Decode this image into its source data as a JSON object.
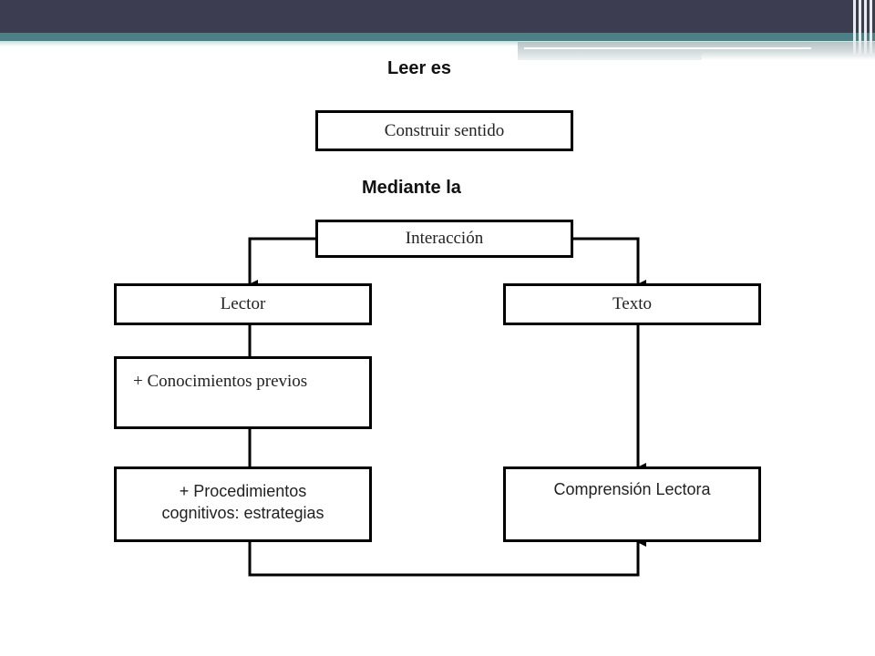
{
  "diagram": {
    "heading_leer": "Leer es",
    "box_construir": "Construir sentido",
    "heading_mediante": "Mediante la",
    "box_interaccion": "Interacción",
    "box_lector": "Lector",
    "box_texto": "Texto",
    "box_conocimientos": "+ Conocimientos previos",
    "box_procedimientos_line1": "+ Procedimientos",
    "box_procedimientos_line2": "cognitivos: estrategias",
    "box_comprension": "Comprensión Lectora"
  },
  "theme": {
    "bar_color": "#3d3d52",
    "accent_color": "#4f7f86",
    "line_color": "#000000"
  }
}
